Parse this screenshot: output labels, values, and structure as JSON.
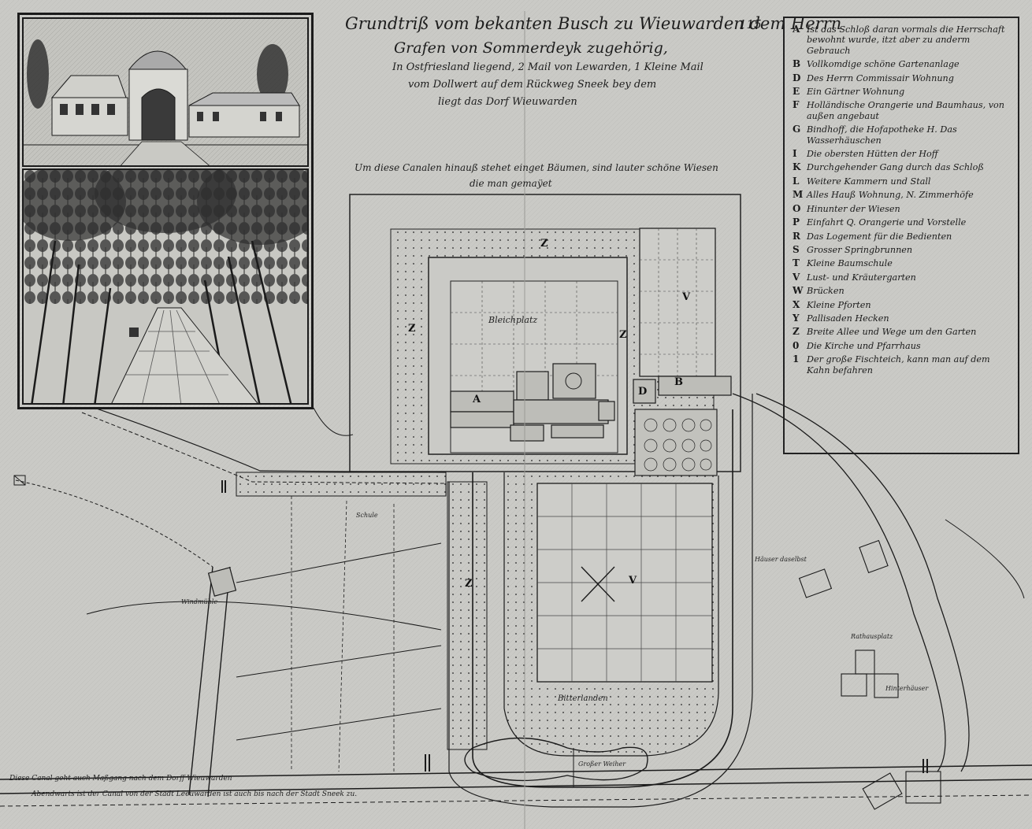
{
  "title": {
    "line1": "Grundtriß vom bekanten Busch zu Wieuwarden dem Herrn",
    "line2": "Grafen von Sommerdeyk zugehörig,",
    "line3": "In Ostfriesland liegend, 2 Mail von Lewarden, 1 Kleine Mail",
    "line4": "vom Dollwert auf dem Rückweg Sneek bey dem",
    "line5": "liegt das Dorf Wieuwarden",
    "corner": "115"
  },
  "canal_note": {
    "line1": "Um diese Canalen hinauß stehet einget Bäumen, sind lauter schöne Wiesen",
    "line2": "die man gemaÿet"
  },
  "legend": [
    {
      "key": "A",
      "text": "Ist das Schloß daran vormals die Herrschaft bewohnt wurde, itzt aber zu anderm Gebrauch"
    },
    {
      "key": "B",
      "text": "Vollkomdige schöne Gartenanlage"
    },
    {
      "key": "D",
      "text": "Des Herrn Commissair Wohnung"
    },
    {
      "key": "E",
      "text": "Ein Gärtner Wohnung"
    },
    {
      "key": "F",
      "text": "Holländische Orangerie und Baumhaus, von außen angebaut"
    },
    {
      "key": "G",
      "text": "Bindhoff, die Hofapotheke H. Das Wasserhäuschen"
    },
    {
      "key": "I",
      "text": "Die obersten Hütten der Hoff"
    },
    {
      "key": "K",
      "text": "Durchgehender Gang durch das Schloß"
    },
    {
      "key": "L",
      "text": "Weitere Kammern und Stall"
    },
    {
      "key": "M",
      "text": "Alles Hauß Wohnung, N. Zimmerhöfe"
    },
    {
      "key": "O",
      "text": "Hinunter der Wiesen"
    },
    {
      "key": "P",
      "text": "Einfahrt Q. Orangerie und Vorstelle"
    },
    {
      "key": "R",
      "text": "Das Logement für die Bedienten"
    },
    {
      "key": "S",
      "text": "Grosser Springbrunnen"
    },
    {
      "key": "T",
      "text": "Kleine Baumschule"
    },
    {
      "key": "V",
      "text": "Lust- und Kräutergarten"
    },
    {
      "key": "W",
      "text": "Brücken"
    },
    {
      "key": "X",
      "text": "Kleine Pforten"
    },
    {
      "key": "Y",
      "text": "Pallisaden Hecken"
    },
    {
      "key": "Z",
      "text": "Breite Allee und Wege um den Garten"
    },
    {
      "key": "0",
      "text": "Die Kirche und Pfarrhaus"
    },
    {
      "key": "1",
      "text": "Der große Fischteich, kann man auf dem Kahn befahren"
    }
  ],
  "labels": {
    "plan_center": "Bleichplatz",
    "v_upper": "V",
    "v_lower": "V",
    "z_top": "Z",
    "z_left": "Z",
    "z_right": "Z",
    "z_canal": "Z",
    "a_bed": "A",
    "b_bed": "B",
    "d_bed": "D",
    "ground": "Bitterlanden",
    "neighbourhood_right1": "Häuser daselbst",
    "neighbourhood_right2": "Rathausplatz",
    "neighbourhood_right3": "Hinterhäuser",
    "mill": "Windmühle",
    "school": "Schule",
    "pond": "Großer Weiher",
    "canal_bottom": "Abendwarts ist der Canal von der Stadt Leeuwarden ist auch bis nach der Stadt Sneek zu.",
    "canal_left": "Diese Canal geht auch Maßgang nach dem Dorff Wieuwarden"
  },
  "colors": {
    "paper": "#c9c9c5",
    "ink": "#1b1b1b"
  }
}
